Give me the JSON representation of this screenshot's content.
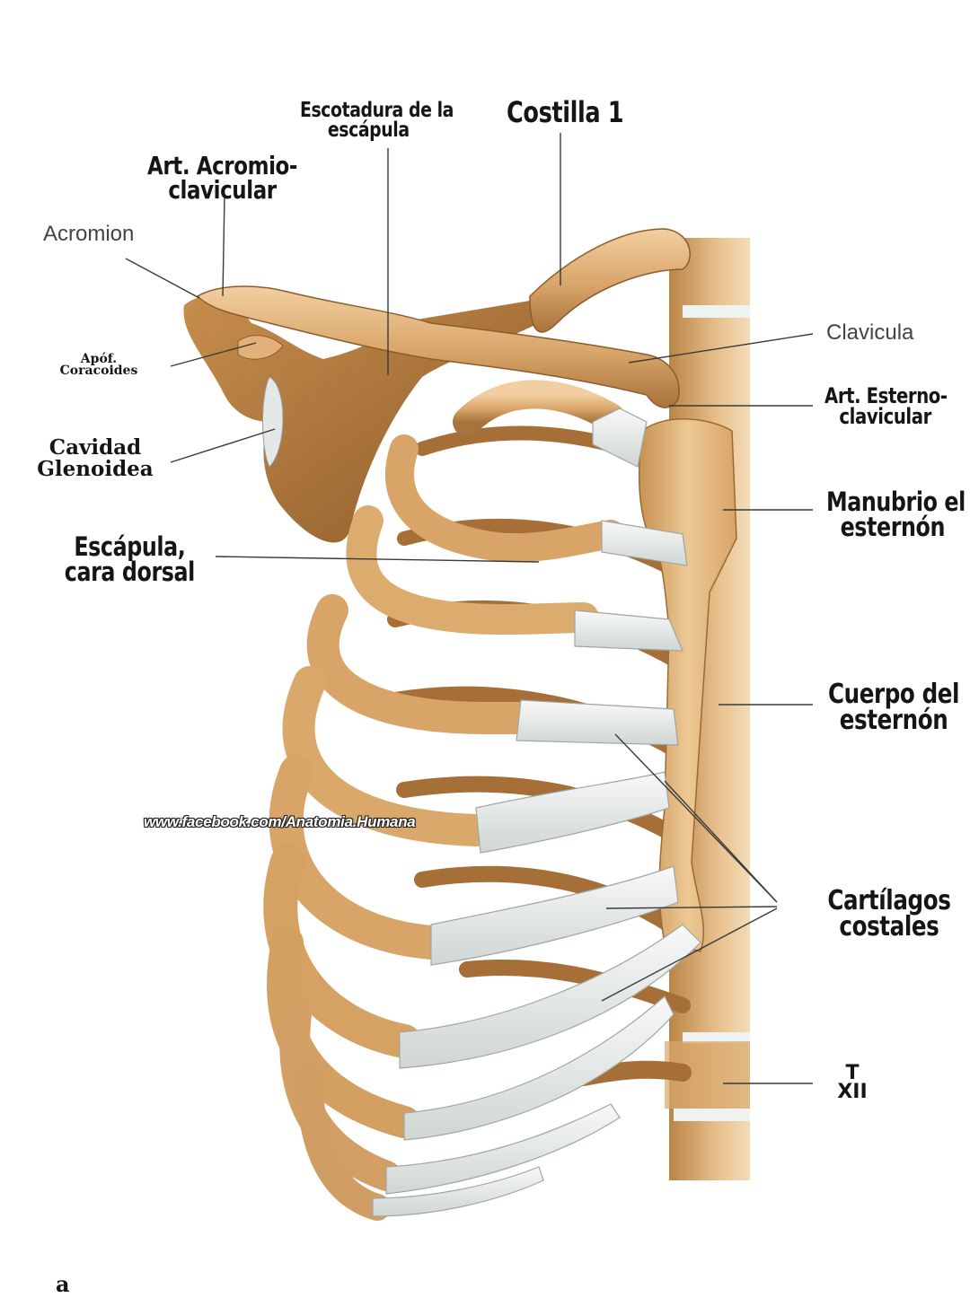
{
  "labels": {
    "escotadura": [
      "Escotadura de la",
      "escápula"
    ],
    "costilla1": "Costilla 1",
    "art_acromio": [
      "Art. Acromio-",
      "clavicular"
    ],
    "acromion": "Acromion",
    "clavicula": "Clavicula",
    "apof_coracoides": [
      "Apóf.",
      "Coracoides"
    ],
    "art_esterno": [
      "Art. Esterno-",
      "clavicular"
    ],
    "cavidad_glenoidea": [
      "Cavidad",
      "Glenoidea"
    ],
    "manubrio": [
      "Manubrio el",
      "esternón"
    ],
    "escapula_dorsal": [
      "Escápula,",
      "cara dorsal"
    ],
    "cuerpo_esternon": [
      "Cuerpo del",
      "esternón"
    ],
    "cartilagos": [
      "Cartílagos",
      "costales"
    ],
    "vertebra": [
      "T",
      "XII"
    ],
    "figure_letter": "a"
  },
  "watermark": "www.facebook.com/Anatomia.Humana",
  "colors": {
    "bone": "#d9a468",
    "bone_light": "#efc99a",
    "bone_dark": "#9a6a36",
    "cartilage": "#e9ecea",
    "scapula": "#b4793a",
    "leader": "#3a3a3a"
  }
}
